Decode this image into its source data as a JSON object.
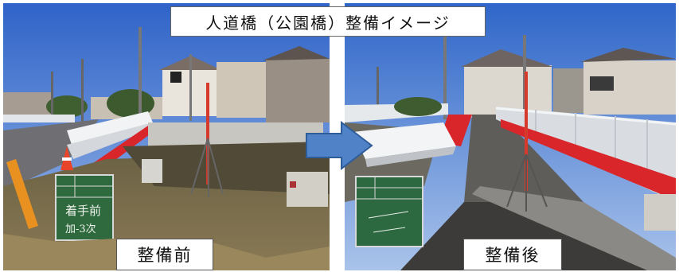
{
  "title": "人道橋（公園橋）整備イメージ",
  "labels": {
    "before": "整備前",
    "after": "整備後"
  },
  "colors": {
    "arrow_fill": "#4f82c6",
    "arrow_stroke": "#2f5d9a",
    "railing_red": "#d8262a"
  }
}
